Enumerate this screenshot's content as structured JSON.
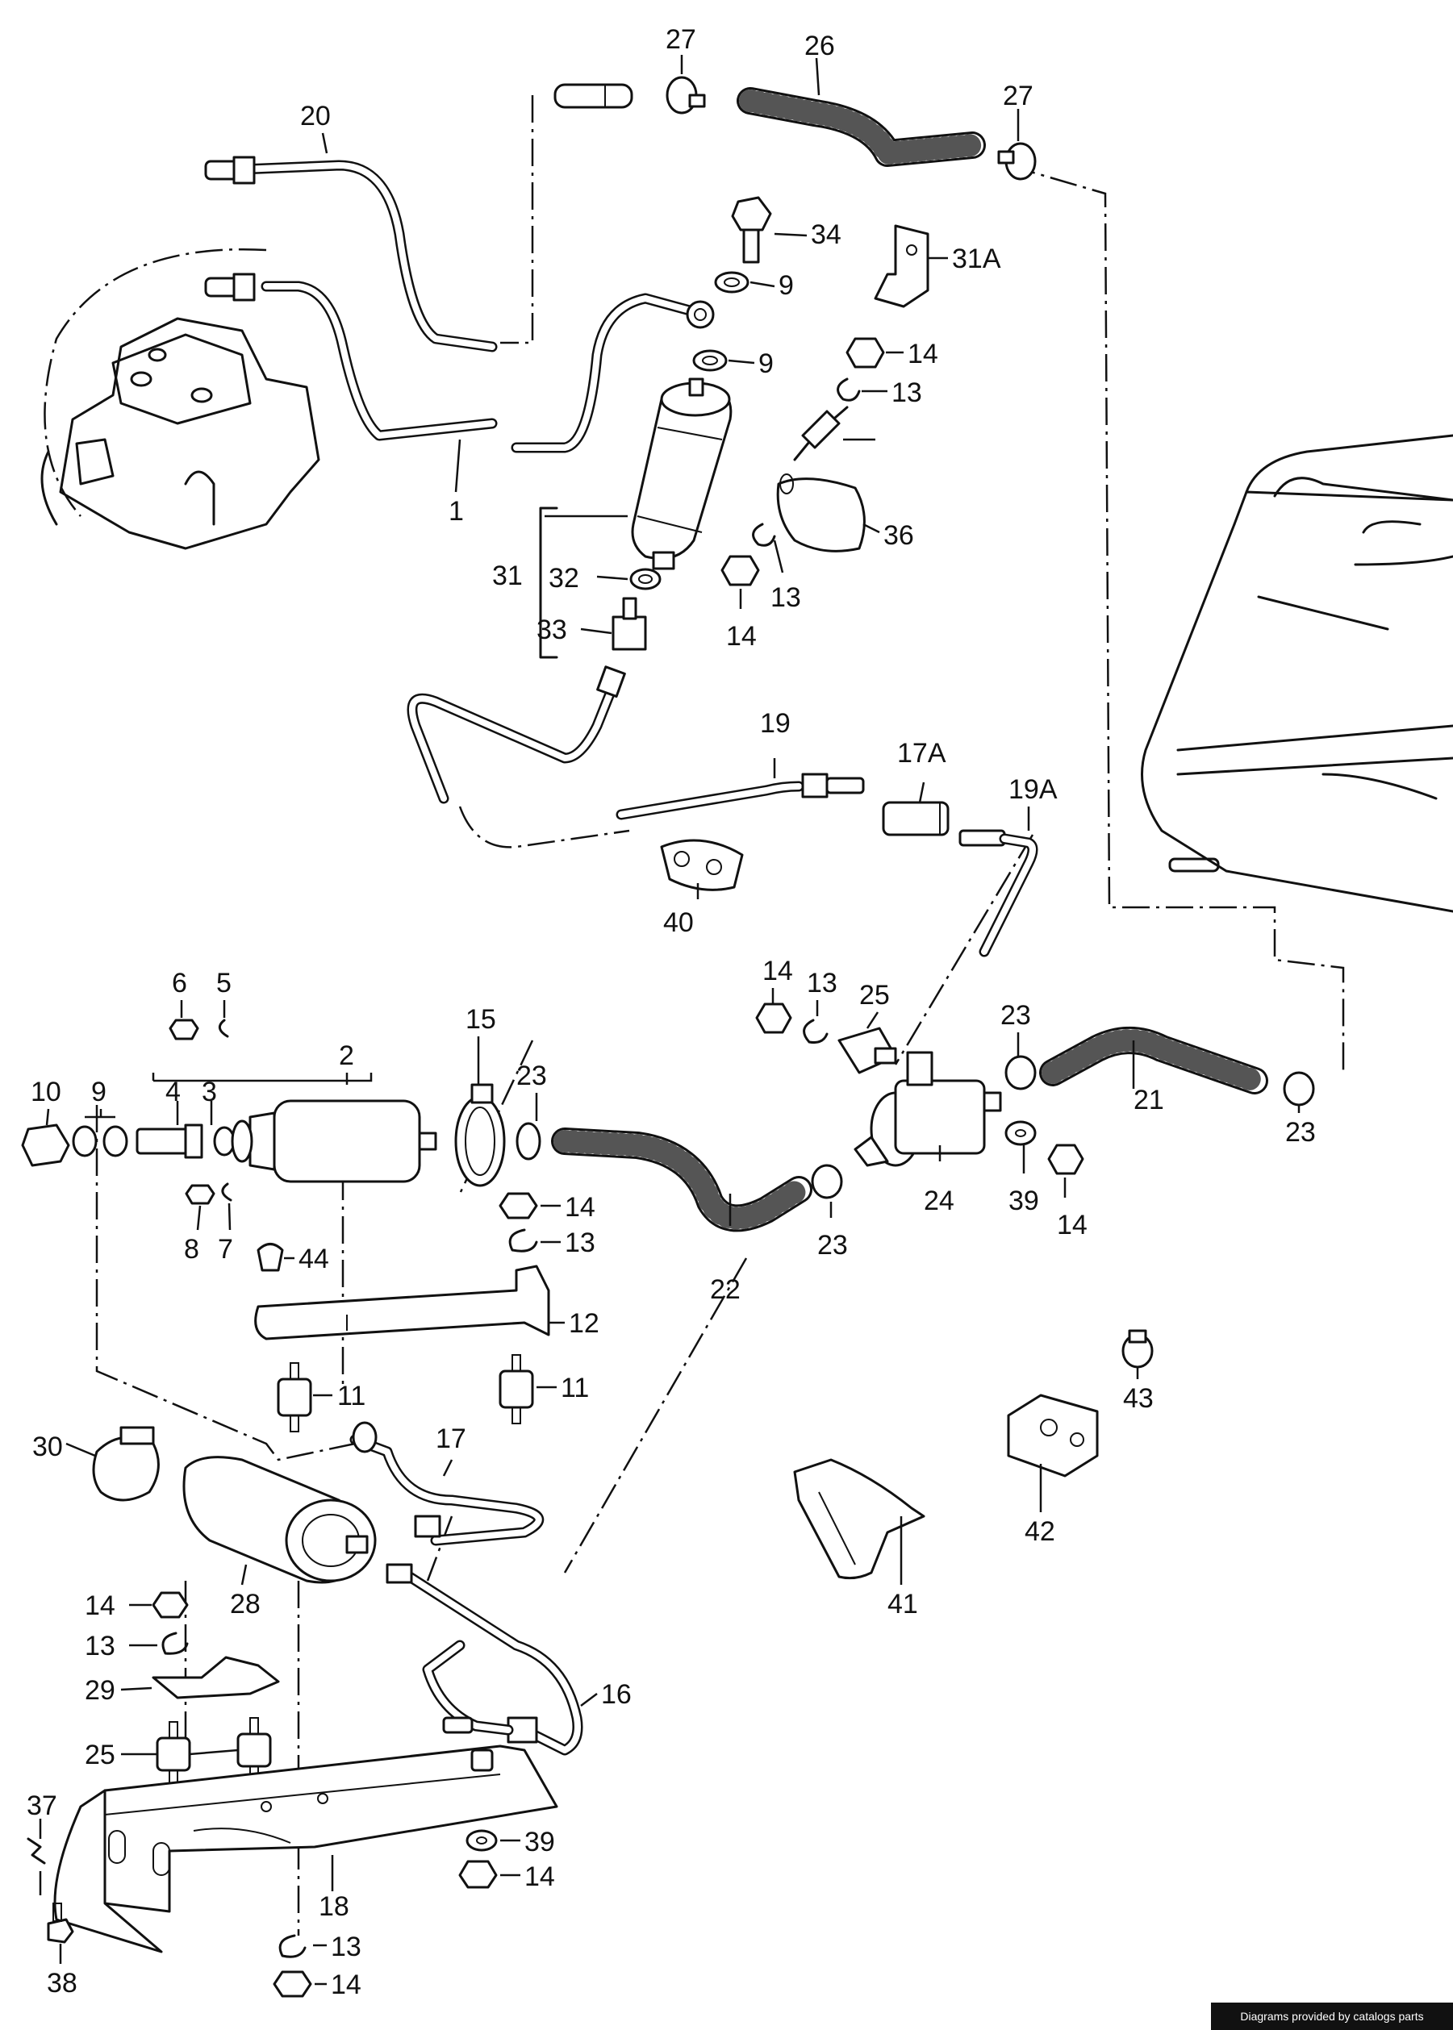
{
  "labels": [
    "1",
    "2",
    "3",
    "4",
    "5",
    "6",
    "7",
    "8",
    "9",
    "9",
    "9",
    "10",
    "11",
    "11",
    "12",
    "13",
    "13",
    "13",
    "13",
    "13",
    "13",
    "14",
    "14",
    "14",
    "14",
    "14",
    "14",
    "14",
    "14",
    "15",
    "16",
    "17",
    "17A",
    "18",
    "19",
    "19A",
    "20",
    "21",
    "22",
    "23",
    "23",
    "23",
    "23",
    "24",
    "25",
    "25",
    "26",
    "27",
    "27",
    "28",
    "29",
    "30",
    "31",
    "31A",
    "32",
    "33",
    "34",
    "36",
    "37",
    "38",
    "39",
    "39",
    "40",
    "41",
    "42",
    "43",
    "44"
  ],
  "credit": "Diagrams provided by catalogs parts"
}
